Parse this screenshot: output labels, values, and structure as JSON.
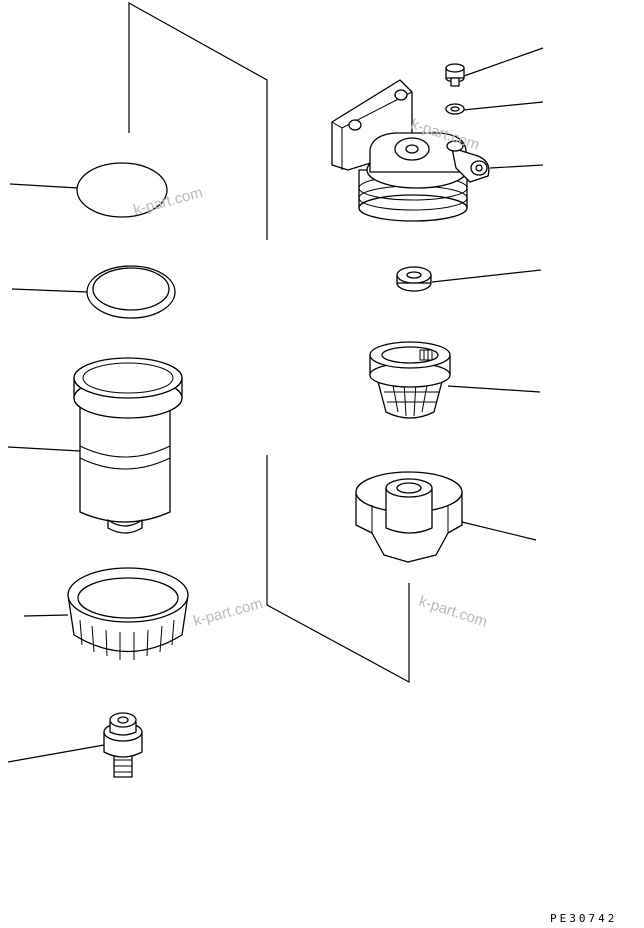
{
  "diagram": {
    "drawing_code": "PE30742",
    "watermark_text": "k-part.com",
    "parts": [
      {
        "name": "bolt"
      },
      {
        "name": "washer"
      },
      {
        "name": "filter-head"
      },
      {
        "name": "grommet"
      },
      {
        "name": "strainer"
      },
      {
        "name": "filter-cap"
      },
      {
        "name": "gasket"
      },
      {
        "name": "o-ring"
      },
      {
        "name": "filter-bowl"
      },
      {
        "name": "ring-nut"
      },
      {
        "name": "drain-valve"
      }
    ]
  }
}
